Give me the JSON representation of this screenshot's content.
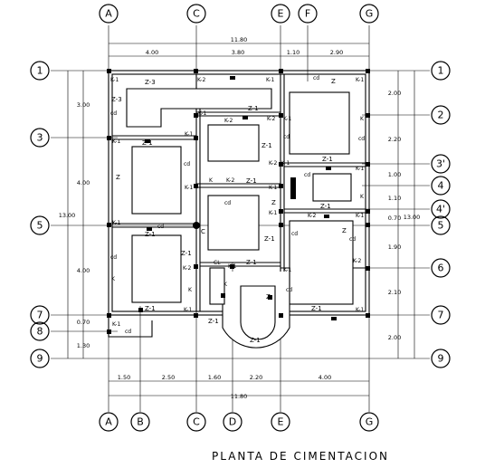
{
  "title": "PLANTA  DE CIMENTACION",
  "axes_top": [
    "A",
    "C",
    "E",
    "F",
    "G"
  ],
  "axes_bottom": [
    "A",
    "B",
    "C",
    "D",
    "E",
    "G"
  ],
  "axes_left": [
    "1",
    "3",
    "5",
    "7",
    "8",
    "9"
  ],
  "axes_right": [
    "1",
    "2",
    "3'",
    "4",
    "4'",
    "5",
    "6",
    "7",
    "9"
  ],
  "dims_top": {
    "total": "11.80",
    "segments": [
      "4.00",
      "3.80",
      "1.10",
      "2.90"
    ]
  },
  "dims_bottom": {
    "total": "11.80",
    "segments": [
      "1.50",
      "2.50",
      "1.60",
      "2.20",
      "4.00"
    ]
  },
  "dims_left": {
    "total": "13.00",
    "segments": [
      "3.00",
      "4.00",
      "4.00",
      "0.70",
      "1.30"
    ]
  },
  "dims_right": {
    "total": "13.00",
    "segments": [
      "2.00",
      "2.20",
      "1.00",
      "1.10",
      "0.70",
      "1.90",
      "2.10",
      "2.00"
    ]
  },
  "labels": {
    "z": "Z",
    "z1": "Z-1",
    "z3": "Z-3",
    "k1": "K-1",
    "k2": "K-2",
    "k": "K",
    "cd": "cd",
    "cl": "CL",
    "c": "C"
  }
}
